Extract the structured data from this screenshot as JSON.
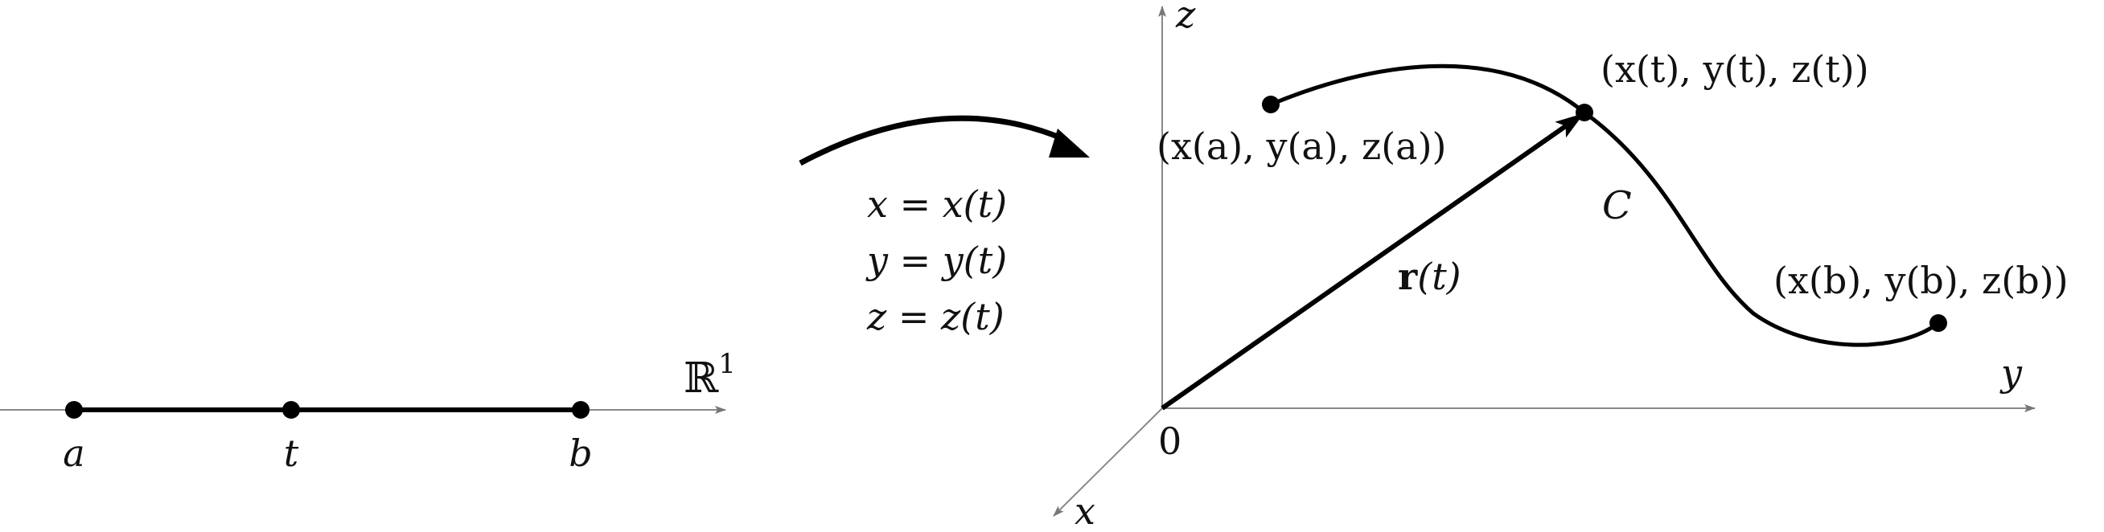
{
  "line": {
    "space_label": "ℝ",
    "space_sup": "1",
    "points": [
      "a",
      "t",
      "b"
    ]
  },
  "equations": [
    "x = x(t)",
    "y = y(t)",
    "z = z(t)"
  ],
  "axes": {
    "x": "x",
    "y": "y",
    "z": "z",
    "origin": "0"
  },
  "curve": {
    "name": "C",
    "vector": "r",
    "vector_arg": "(t)",
    "start_point": "(x(a), y(a), z(a))",
    "mid_point": "(x(t), y(t), z(t))",
    "end_point": "(x(b), y(b), z(b))"
  }
}
